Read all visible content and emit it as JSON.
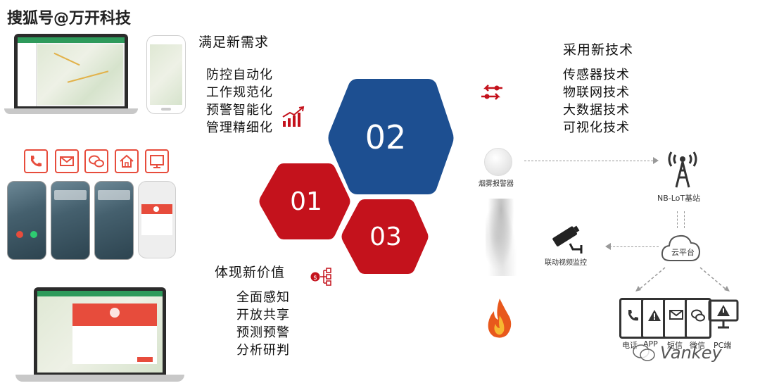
{
  "watermark": "搜狐号@万开科技",
  "sections": {
    "needs": {
      "title": "满足新需求",
      "items": [
        "防控自动化",
        "工作规范化",
        "预警智能化",
        "管理精细化"
      ]
    },
    "tech": {
      "title": "采用新技术",
      "items": [
        "传感器技术",
        "物联网技术",
        "大数据技术",
        "可视化技术"
      ]
    },
    "value": {
      "title": "体现新价值",
      "items": [
        "全面感知",
        "开放共享",
        "预测预警",
        "分析研判"
      ]
    }
  },
  "hexagons": [
    "02",
    "01",
    "03"
  ],
  "diagram": {
    "smoke_alarm": "烟雾报警器",
    "base_station": "NB-LoT基站",
    "cloud": "云平台",
    "camera": "联动视频监控",
    "devices": [
      "电话",
      "APP",
      "短信",
      "微信",
      "PC端"
    ]
  },
  "brand": "Vankey",
  "colors": {
    "blue": "#1d4f91",
    "red": "#c4121c",
    "accent": "#e74c3c"
  }
}
